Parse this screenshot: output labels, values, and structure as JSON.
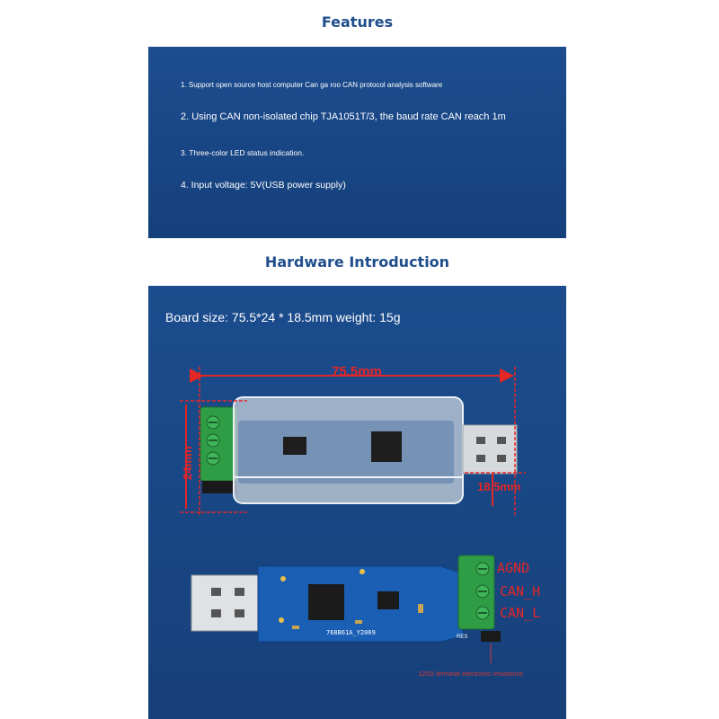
{
  "features": {
    "title": "Features",
    "items": [
      "1. Support open source host computer Can ga roo CAN protocol analysis software",
      "2. Using CAN non-isolated chip TJA1051T/3, the baud rate CAN reach 1m",
      "3. Three-color LED status indication.",
      "4. Input voltage: 5V(USB power supply)"
    ]
  },
  "hardware": {
    "title": "Hardware Introduction",
    "board_size": "Board size: 75.5*24 * 18.5mm weight: 15g",
    "dimensions": {
      "length": "75.5mm",
      "width": "24mm",
      "height": "18.5mm"
    },
    "pins": [
      "AGND",
      "CAN_H",
      "CAN_L"
    ],
    "resistor_note": "120Ω terminal electronic resistance",
    "board_label": "768B61A_Y2069",
    "res_label": "RES"
  },
  "colors": {
    "panel_blue": "#1c4d8f",
    "title_blue": "#1f4e8c",
    "dimension_red": "#e32626",
    "pcb_blue": "#1a5fb4",
    "terminal_green": "#2e9d45"
  }
}
